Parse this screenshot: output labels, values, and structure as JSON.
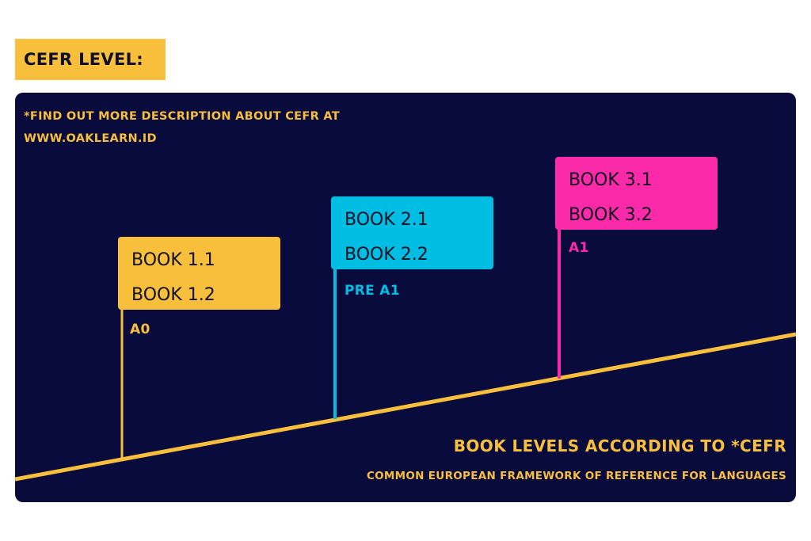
{
  "header": {
    "title": "CEFR LEVEL:"
  },
  "note": {
    "line1": "*FIND OUT MORE DESCRIPTION ABOUT CEFR AT",
    "line2": "WWW.OAKLEARN.ID"
  },
  "levels": [
    {
      "books": [
        "BOOK 1.1",
        "BOOK 1.2"
      ],
      "level": "A0",
      "color": "#f7bf3c"
    },
    {
      "books": [
        "BOOK 2.1",
        "BOOK 2.2"
      ],
      "level": "PRE A1",
      "color": "#00bde3"
    },
    {
      "books": [
        "BOOK 3.1",
        "BOOK 3.2"
      ],
      "level": "A1",
      "color": "#fb2aa9"
    }
  ],
  "caption": {
    "title": "BOOK LEVELS ACCORDING TO *CEFR",
    "subtitle": "COMMON EUROPEAN FRAMEWORK OF REFERENCE FOR LANGUAGES"
  },
  "colors": {
    "background": "#0a0b3d",
    "accent": "#f7bf3c"
  }
}
